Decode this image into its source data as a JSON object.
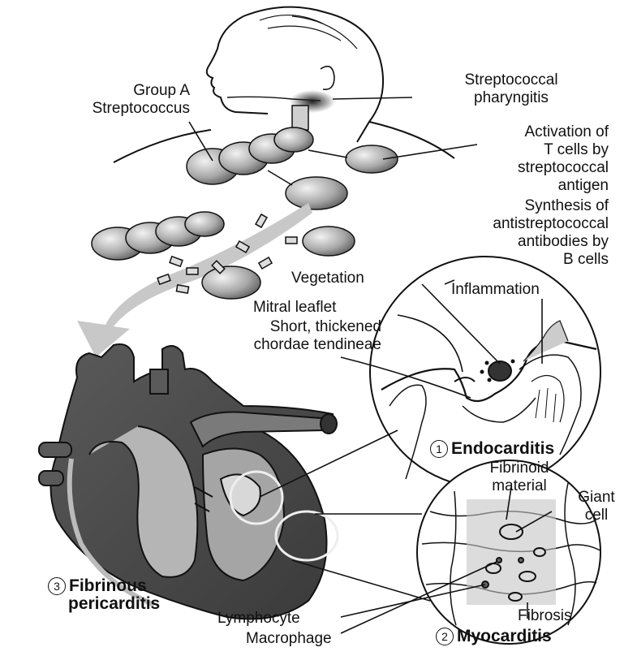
{
  "labels": {
    "group_a_line1": "Group A",
    "group_a_line2": "Streptococcus",
    "pharyngitis_line1": "Streptococcal",
    "pharyngitis_line2": "pharyngitis",
    "tcell_line1": "Activation of",
    "tcell_line2": "T cells by",
    "tcell_line3": "streptococcal",
    "tcell_line4": "antigen",
    "synth_line1": "Synthesis of",
    "synth_line2": "antistreptococcal",
    "synth_line3": "antibodies by",
    "synth_line4": "B cells",
    "vegetation": "Vegetation",
    "inflammation": "Inflammation",
    "mitral_leaflet": "Mitral leaflet",
    "chordae_line1": "Short, thickened",
    "chordae_line2": "chordae tendineae",
    "endo_num": "1",
    "endocarditis": "Endocarditis",
    "fibrinoid_line1": "Fibrinoid",
    "fibrinoid_line2": "material",
    "giant_line1": "Giant",
    "giant_line2": "cell",
    "peri_num": "3",
    "peri_line1": "Fibrinous",
    "peri_line2": "pericarditis",
    "lymphocyte": "Lymphocyte",
    "macrophage": "Macrophage",
    "fibrosis": "Fibrosis",
    "myo_num": "2",
    "myocarditis": "Myocarditis"
  },
  "colors": {
    "ink": "#111111",
    "heart_dark": "#4a4a4a",
    "heart_mid": "#7a7a7a",
    "heart_light": "#b5b5b5",
    "arrow_gray": "#c8c8c8",
    "cell_gray": "#9a9a9a"
  }
}
